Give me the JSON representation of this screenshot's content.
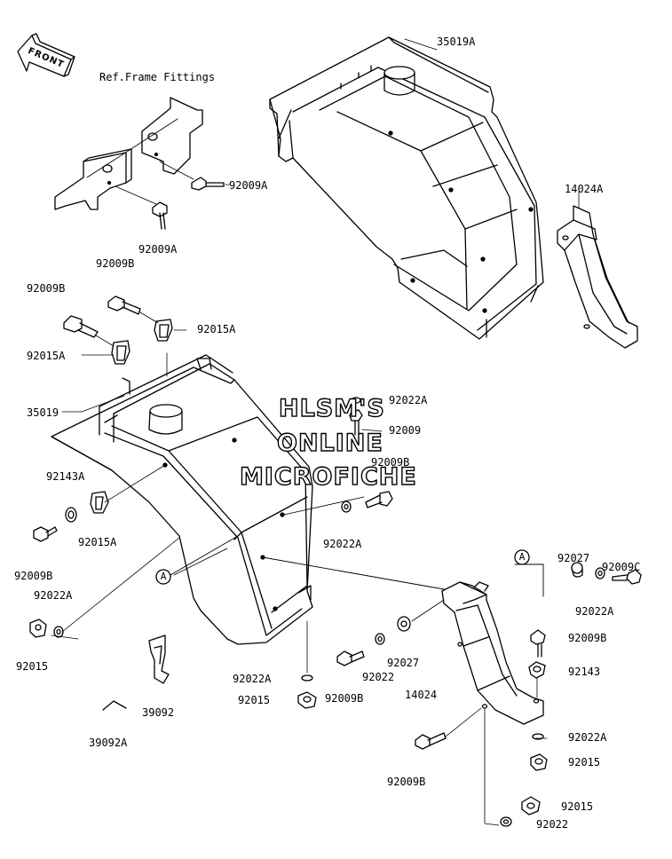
{
  "front_label": "FRONT",
  "ref_label": "Ref.Frame Fittings",
  "watermark": {
    "line1": "HLSM'S",
    "line2": "ONLINE",
    "line3": "MICROFICHE"
  },
  "marker": "A",
  "parts": {
    "p35019A": "35019A",
    "p14024A": "14024A",
    "p92009A_1": "92009A",
    "p92009A_2": "92009A",
    "p92009B_1": "92009B",
    "p92009B_2": "92009B",
    "p92015A_1": "92015A",
    "p92015A_2": "92015A",
    "p35019": "35019",
    "p92022A_1": "92022A",
    "p92009_1": "92009",
    "p92009B_3": "92009B",
    "p92143A": "92143A",
    "p92015A_3": "92015A",
    "p92022A_2": "92022A",
    "p92009B_4": "92009B",
    "p92022A_3": "92022A",
    "p92015_1": "92015",
    "p92027_1": "92027",
    "p92009C": "92009C",
    "p92022A_4": "92022A",
    "p92009B_5": "92009B",
    "p92143": "92143",
    "p92022A_5": "92022A",
    "p92015_2": "92015",
    "p92015_3": "92015",
    "p92022_1": "92022",
    "p92027_2": "92027",
    "p92022_2": "92022",
    "p14024": "14024",
    "p92009B_6": "92009B",
    "p92022A_6": "92022A",
    "p92015_4": "92015",
    "p92009B_7": "92009B",
    "p39092": "39092",
    "p39092A": "39092A"
  }
}
